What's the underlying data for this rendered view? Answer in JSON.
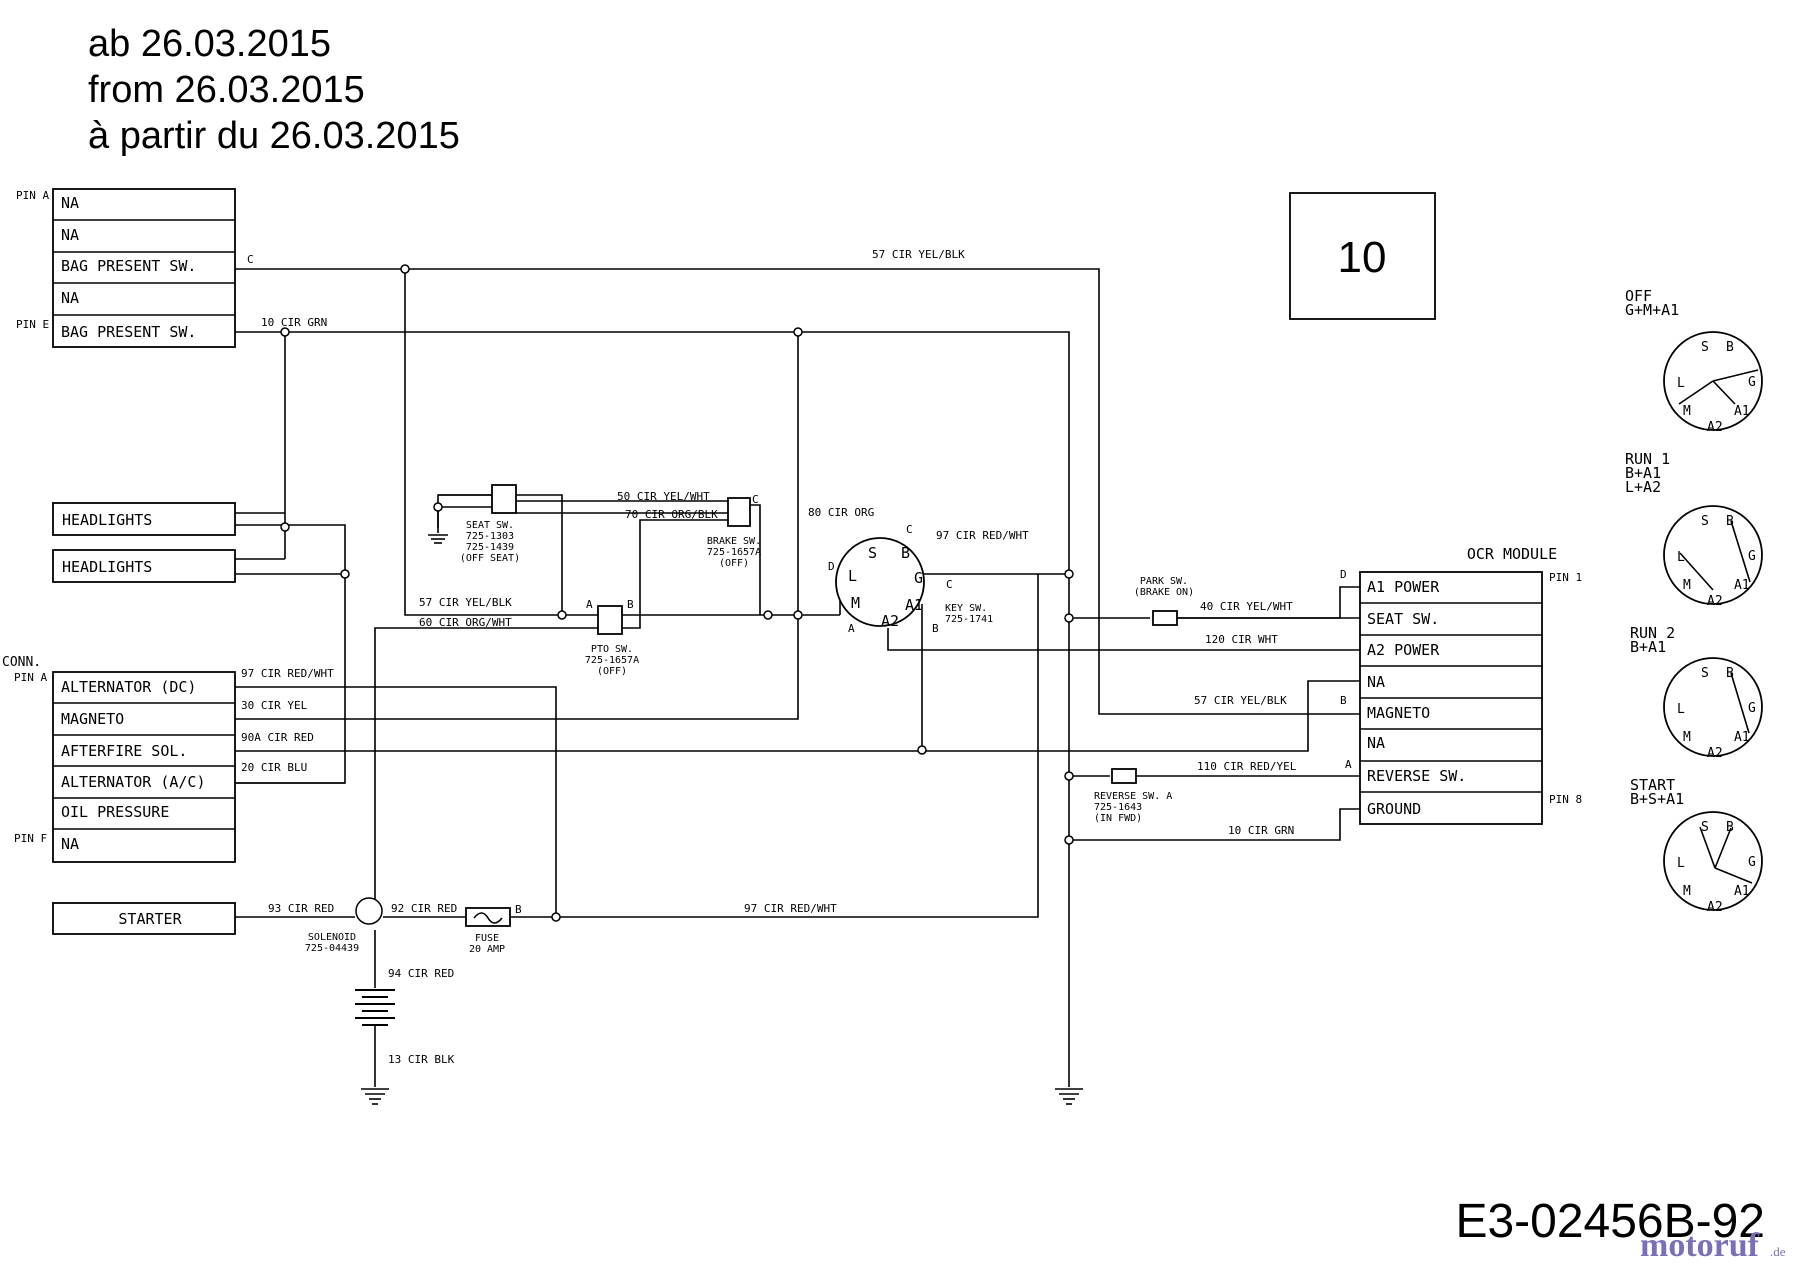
{
  "header": {
    "line1": "ab 26.03.2015",
    "line2": "from 26.03.2015",
    "line3": "à partir du 26.03.2015"
  },
  "page_number": "10",
  "diagram_code": "E3-02456B-92",
  "watermark": {
    "text": "motoruf",
    "suffix": ".de"
  },
  "top_connector": {
    "pin_a": "PIN A",
    "pin_e": "PIN E",
    "rows": [
      "NA",
      "NA",
      "BAG PRESENT SW.",
      "NA",
      "BAG PRESENT SW."
    ]
  },
  "headlights": [
    "HEADLIGHTS",
    "HEADLIGHTS"
  ],
  "main_connector": {
    "conn": "CONN.",
    "pin_a": "PIN A",
    "pin_f": "PIN F",
    "rows": [
      "ALTERNATOR (DC)",
      "MAGNETO",
      "AFTERFIRE SOL.",
      "ALTERNATOR (A/C)",
      "OIL PRESSURE",
      "NA"
    ]
  },
  "starter": "STARTER",
  "ocr_module": {
    "title": "OCR MODULE",
    "pin1": "PIN 1",
    "pin8": "PIN 8",
    "rows": [
      "A1 POWER",
      "SEAT SW.",
      "A2 POWER",
      "NA",
      "MAGNETO",
      "NA",
      "REVERSE SW.",
      "GROUND"
    ]
  },
  "wires": {
    "w57_top": "57 CIR YEL/BLK",
    "w10_top": "10 CIR GRN",
    "w50": "50 CIR YEL/WHT",
    "w70": "70 CIR ORG/BLK",
    "w80": "80 CIR ORG",
    "w97_key": "97 CIR RED/WHT",
    "w57_mid": "57 CIR YEL/BLK",
    "w60": "60 CIR ORG/WHT",
    "w40": "40 CIR YEL/WHT",
    "w120": "120 CIR WHT",
    "w57_ocr": "57 CIR YEL/BLK",
    "w110": "110 CIR RED/YEL",
    "w10_ocr": "10 CIR GRN",
    "w97_conn": "97 CIR RED/WHT",
    "w30": "30 CIR YEL",
    "w90a": "90A CIR RED",
    "w20": "20 CIR BLU",
    "w93": "93 CIR RED",
    "w92": "92 CIR RED",
    "w97_bottom": "97 CIR RED/WHT",
    "w94": "94 CIR RED",
    "w13": "13 CIR BLK"
  },
  "components": {
    "seat_sw": [
      "SEAT SW.",
      "725-1303",
      "725-1439",
      "(OFF SEAT)"
    ],
    "brake_sw": [
      "BRAKE SW.",
      "725-1657A",
      "(OFF)"
    ],
    "pto_sw": [
      "PTO SW.",
      "725-1657A",
      "(OFF)"
    ],
    "key_sw": [
      "KEY SW.",
      "725-1741"
    ],
    "park_sw": [
      "PARK SW.",
      "(BRAKE ON)"
    ],
    "reverse_sw": [
      "REVERSE SW. A",
      "725-1643",
      "(IN FWD)"
    ],
    "solenoid": [
      "SOLENOID",
      "725-04439"
    ],
    "fuse": [
      "FUSE",
      "20 AMP"
    ]
  },
  "terminal_letters": {
    "c": "C",
    "d": "D",
    "b": "B",
    "a": "A"
  },
  "key_terminals": [
    "L",
    "S",
    "B",
    "G",
    "M",
    "A1",
    "A2"
  ],
  "key_positions": [
    {
      "title": "OFF",
      "combo": "G+M+A1"
    },
    {
      "title": "RUN 1",
      "combo": "B+A1",
      "combo2": "L+A2"
    },
    {
      "title": "RUN 2",
      "combo": "B+A1"
    },
    {
      "title": "START",
      "combo": "B+S+A1"
    }
  ]
}
